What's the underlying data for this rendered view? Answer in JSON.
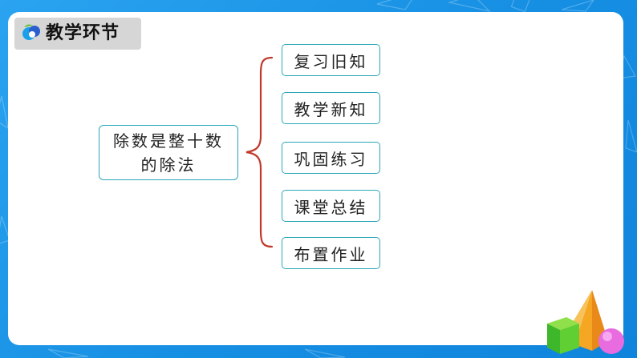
{
  "header": {
    "title": "教学环节",
    "logo_icon": "leaf-logo-icon"
  },
  "diagram": {
    "main_topic": "除数是整十数的除法",
    "connector_icon": "curly-brace-icon",
    "steps": [
      {
        "label": "复习旧知"
      },
      {
        "label": "教学新知"
      },
      {
        "label": "巩固练习"
      },
      {
        "label": "课堂总结"
      },
      {
        "label": "布置作业"
      }
    ]
  },
  "colors": {
    "background": "#1e96e8",
    "box_border": "#2ca7b8",
    "brace": "#c0392b",
    "title_tab": "#d6d6d6"
  },
  "decor": {
    "shapes_icon": "geometry-shapes-icon"
  }
}
